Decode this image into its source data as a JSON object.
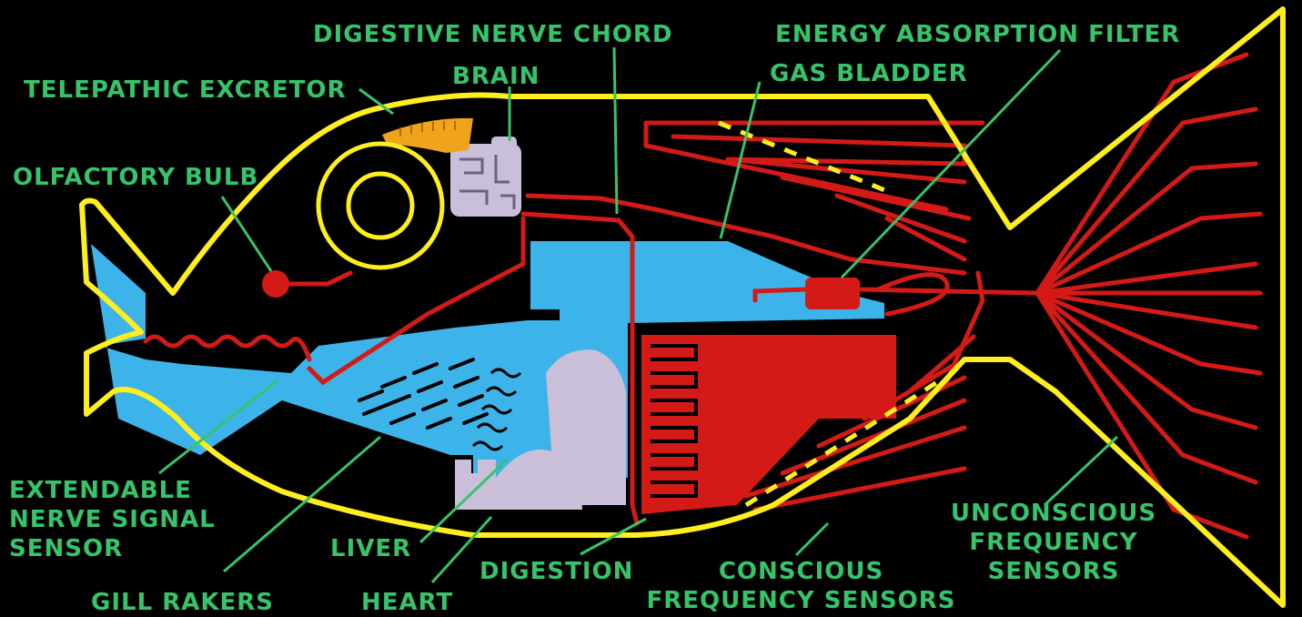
{
  "colors": {
    "background": "#000000",
    "outline": "#ffee1e",
    "nerve": "#d41a16",
    "fluid": "#3cb4ea",
    "organ": "#c9bfd8",
    "excretor": "#f0a41c",
    "label": "#35c46a"
  },
  "labels": {
    "digestive_nerve_chord": "DIGESTIVE NERVE CHORD",
    "energy_absorption_filter": "ENERGY ABSORPTION FILTER",
    "brain": "BRAIN",
    "gas_bladder": "GAS BLADDER",
    "telepathic_excretor": "TELEPATHIC EXCRETOR",
    "olfactory_bulb": "OLFACTORY BULB",
    "extendable_nerve_signal_sensor": [
      "EXTENDABLE",
      "NERVE SIGNAL",
      "SENSOR"
    ],
    "liver": "LIVER",
    "gill_rakers": "GILL RAKERS",
    "heart": "HEART",
    "digestion": "DIGESTION",
    "conscious_frequency_sensors": [
      "CONSCIOUS",
      "FREQUENCY SENSORS"
    ],
    "unconscious_frequency_sensors": [
      "UNCONSCIOUS",
      "FREQUENCY",
      "SENSORS"
    ]
  }
}
